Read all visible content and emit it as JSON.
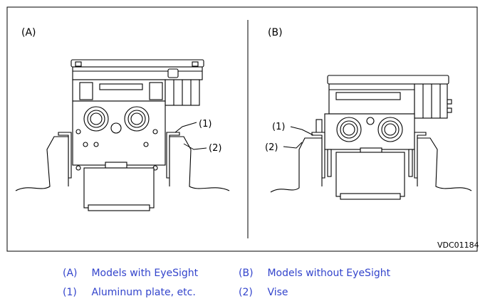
{
  "figure": {
    "panel_a_label": "(A)",
    "panel_b_label": "(B)",
    "callout_a_1": "(1)",
    "callout_a_2": "(2)",
    "callout_b_1": "(1)",
    "callout_b_2": "(2)",
    "figure_code": "VDC01184"
  },
  "legend": {
    "color": "#3344cc",
    "items": [
      {
        "key": "(A)",
        "text": "Models with EyeSight"
      },
      {
        "key": "(B)",
        "text": "Models without EyeSight"
      },
      {
        "key": "(1)",
        "text": "Aluminum plate, etc."
      },
      {
        "key": "(2)",
        "text": "Vise"
      }
    ]
  }
}
